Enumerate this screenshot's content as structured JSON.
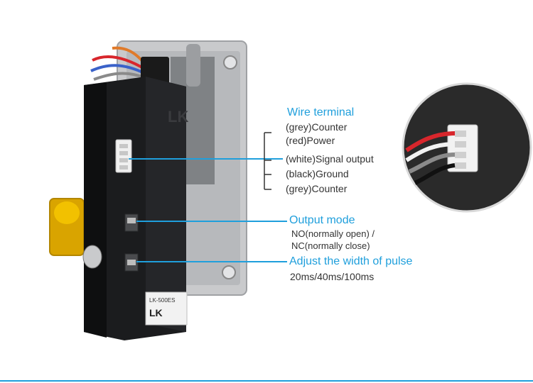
{
  "wire_terminal": {
    "heading": "Wire terminal",
    "pins": [
      "(grey)Counter",
      "(red)Power",
      "(white)Signal output",
      "(black)Ground",
      "(grey)Counter"
    ]
  },
  "output_mode": {
    "heading": "Output mode",
    "line1": "NO(normally open) /",
    "line2": "NC(normally close)"
  },
  "pulse": {
    "heading": "Adjust the width of pulse",
    "values": "20ms/40ms/100ms"
  },
  "device_label": {
    "model": "LK-500ES",
    "brand": "LK"
  },
  "colors": {
    "accent": "#1f9fdc",
    "text": "#333333",
    "wire_red": "#d8262c",
    "wire_grey": "#8a8a8a",
    "wire_white": "#f2f2f2",
    "wire_black": "#111111"
  }
}
